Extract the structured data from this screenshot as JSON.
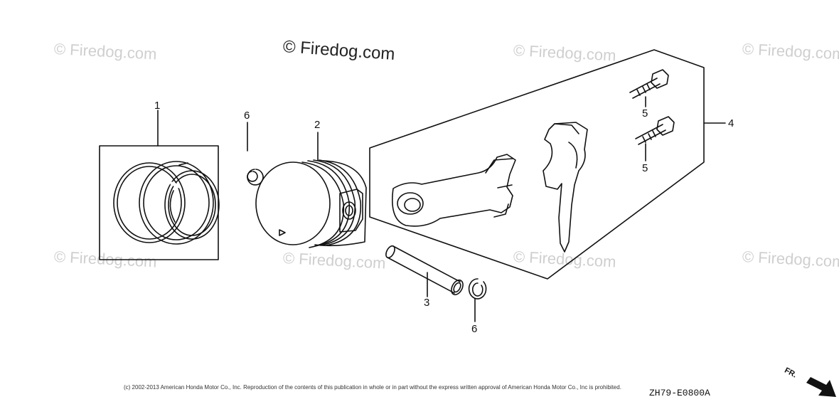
{
  "watermarks": {
    "main": "© Firedog.com",
    "faint": "© Firedog.com"
  },
  "callouts": {
    "piston_ring_set": "1",
    "piston": "2",
    "piston_pin": "3",
    "connecting_rod_assembly": "4",
    "rod_bolt_upper": "5",
    "rod_bolt_lower": "5",
    "clip_upper": "6",
    "clip_lower": "6"
  },
  "footer": {
    "copyright": "(c) 2002-2013 American Honda Motor Co., Inc. Reproduction of the contents of this publication in whole or in part without the express written approval of American Honda Motor Co., Inc is prohibited.",
    "drawing_code": "ZH79-E0800A",
    "direction_label": "FR."
  }
}
